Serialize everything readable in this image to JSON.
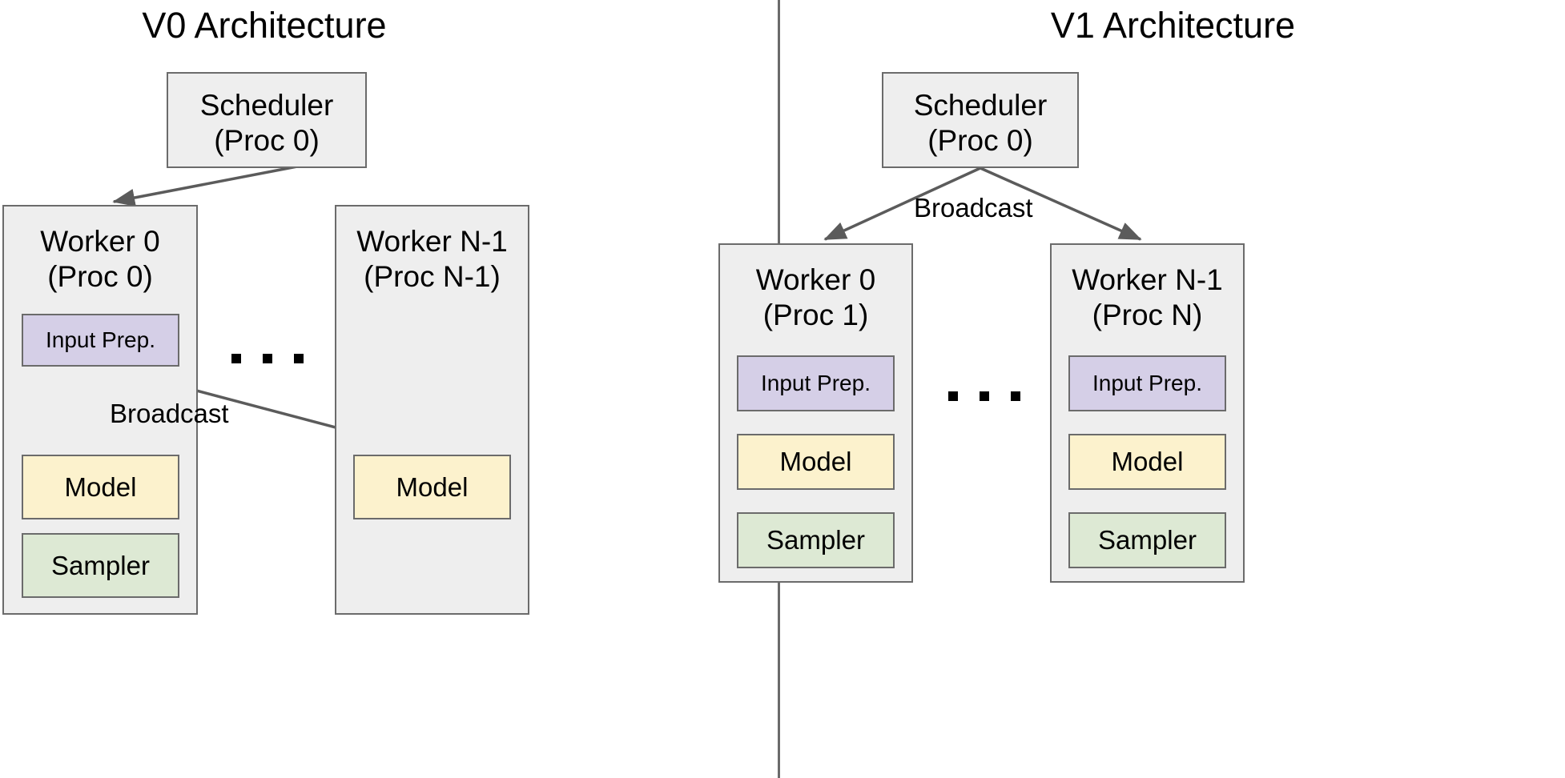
{
  "panels": [
    {
      "id": "v0",
      "title": "V0 Architecture",
      "scheduler": {
        "label": "Scheduler\n(Proc 0)"
      },
      "workers": [
        {
          "label": "Worker 0\n(Proc 0)",
          "components": [
            {
              "name": "Input Prep.",
              "color": "#d5cfe7"
            },
            {
              "name": "Model",
              "color": "#fcf2cd"
            },
            {
              "name": "Sampler",
              "color": "#dde9d4"
            }
          ]
        },
        {
          "label": "Worker N-1\n(Proc N-1)",
          "components": [
            {
              "name": "Model",
              "color": "#fcf2cd"
            }
          ]
        }
      ],
      "edge_labels": [
        "Broadcast"
      ],
      "ellipsis": "..."
    },
    {
      "id": "v1",
      "title": "V1 Architecture",
      "scheduler": {
        "label": "Scheduler\n(Proc 0)"
      },
      "workers": [
        {
          "label": "Worker 0\n(Proc 1)",
          "components": [
            {
              "name": "Input Prep.",
              "color": "#d5cfe7"
            },
            {
              "name": "Model",
              "color": "#fcf2cd"
            },
            {
              "name": "Sampler",
              "color": "#dde9d4"
            }
          ]
        },
        {
          "label": "Worker N-1\n(Proc N)",
          "components": [
            {
              "name": "Input Prep.",
              "color": "#d5cfe7"
            },
            {
              "name": "Model",
              "color": "#fcf2cd"
            },
            {
              "name": "Sampler",
              "color": "#dde9d4"
            }
          ]
        }
      ],
      "edge_labels": [
        "Broadcast"
      ],
      "ellipsis": "..."
    }
  ],
  "colors": {
    "container_fill": "#eeeeee",
    "stroke": "#6b6b6b",
    "input_prep": "#d5cfe7",
    "model": "#fcf2cd",
    "sampler": "#dde9d4",
    "text": "#000000",
    "background": "#ffffff"
  }
}
